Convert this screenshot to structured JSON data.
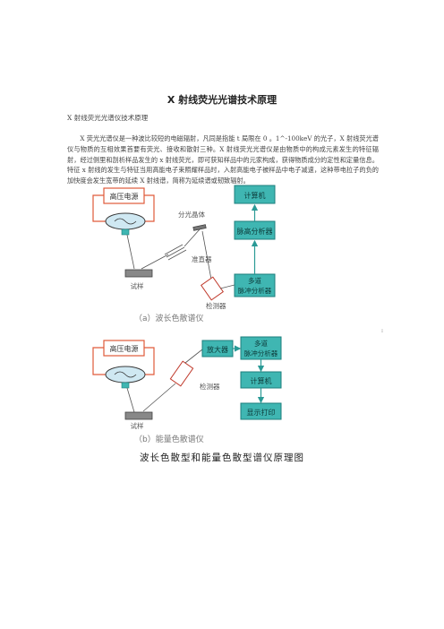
{
  "document": {
    "title": "X 射线荧光光谱技术原理",
    "subtitle": "X 射线荧光光谱仪技术原理",
    "paragraph": "X 荧光光谱仪是一种波比较短的电磁辐射，凡同是指能 t 局限在 0 。1^-100keV 的光子，X 射线荧光谱仪与物质的互相效果首要有荧光、接收和散射三种。X 射线荧光光谱仪是由物质中的构成元素发生的特征辐射，经过侧里和剖析样品发生的 x 射线荧光，即可获知样品中的元家构成，获得物质成分的定性和定量信息。特征 x 射线的发生与特征当用高能电子束照耀样品时，入射高能电子被样品中电子减速，这种带电拉子的负的加快度会发生宽带的延续 X 射线谱，简称为延续谱或韧致辐射。",
    "figure_title": "波长色散型和能量色散型谱仪原理图",
    "stray_mark": "I"
  },
  "diagram_a": {
    "hv_label": "高压电源",
    "crystal_label": "分光晶体",
    "collimator_label": "准直器",
    "sample_label": "试样",
    "detector_label": "检测器",
    "computer_label": "计算机",
    "pulse_height_label": "脉高分析器",
    "mca_label_1": "多道",
    "mca_label_2": "脉冲分析器",
    "caption": "（a）波长色散谱仪"
  },
  "diagram_b": {
    "hv_label": "高压电源",
    "amplifier_label": "放大器",
    "mca_label_1": "多道",
    "mca_label_2": "脉冲分析器",
    "detector_label": "检测器",
    "computer_label": "计算机",
    "sample_label": "试样",
    "display_label": "显示打印",
    "caption": "（b）能量色散谱仪"
  },
  "colors": {
    "box_fill": "#3fb6b2",
    "box_stroke": "#1d7f7c",
    "wire": "#e05a3a",
    "arrow": "#2a9a96",
    "tube_fill": "#cfe8f2"
  }
}
